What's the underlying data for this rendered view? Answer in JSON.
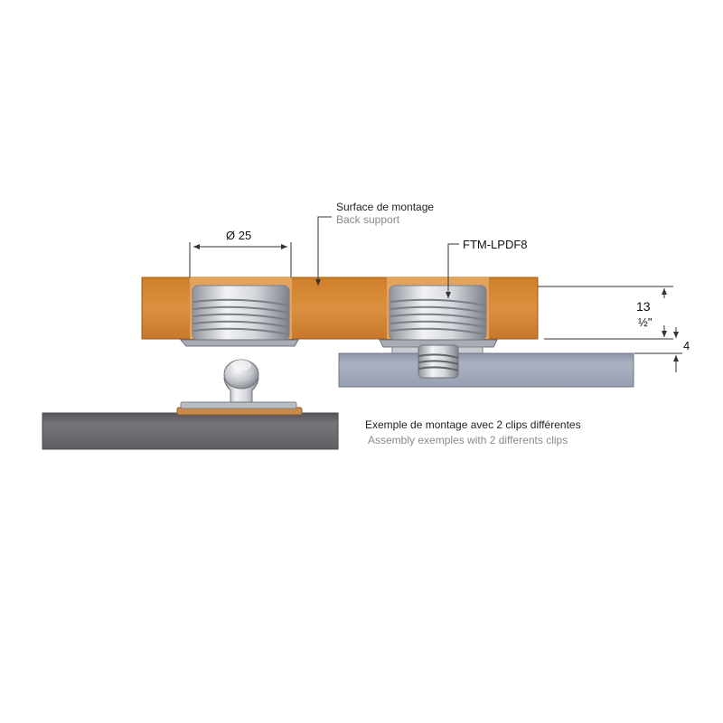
{
  "labels": {
    "surface_fr": "Surface de montage",
    "surface_en": "Back support",
    "part_number": "FTM-LPDF8",
    "diameter": "Ø 25",
    "dim_13": "13",
    "dim_half_inch": "½\"",
    "dim_4": "4",
    "caption_fr": "Exemple de montage avec 2 clips différentes",
    "caption_en": "Assembly exemples with 2 differents clips"
  },
  "colors": {
    "wood": "#d4862e",
    "wood_dark": "#b86c1e",
    "steel_light": "#e6e8ec",
    "steel_mid": "#b9bdc4",
    "steel_dark": "#7d8189",
    "panel_dark": "#6f6d72",
    "panel_blue": "#9ea6b8",
    "line": "#333333"
  }
}
